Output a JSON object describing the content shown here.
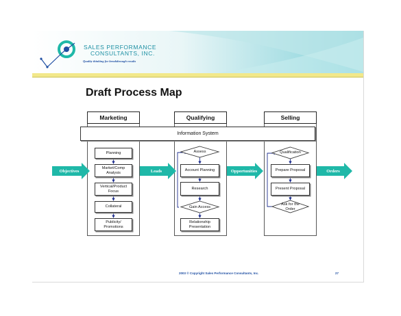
{
  "company": {
    "name_line1": "SALES PERFORMANCE",
    "name_line2": "CONSULTANTS, INC.",
    "tagline": "Quality thinking for breakthrough results"
  },
  "title": "Draft Process Map",
  "columns": {
    "marketing": "Marketing",
    "qualifying": "Qualifying",
    "selling": "Selling"
  },
  "info_system": "Information System",
  "marketing_steps": [
    "Planning",
    "Market/Comp Analysis",
    "Vertical/Product Focus",
    "Collateral",
    "Publicity/ Promotions"
  ],
  "qualifying_steps": {
    "assess": "Assess",
    "account_planning": "Account Planning",
    "research": "Research",
    "gain_access": "Gain Access",
    "relationship": "Relationship Presentation"
  },
  "selling_steps": {
    "qualification": "Qualification",
    "prepare": "Prepare Proposal",
    "present": "Present Proposal",
    "ask": "Ask for the Order"
  },
  "flow_arrows": [
    "Objectives",
    "Leads",
    "Opportunities",
    "Orders"
  ],
  "footer": {
    "copyright": "2003 © Copyright Sales Performance Consultants, Inc.",
    "page": "27"
  },
  "colors": {
    "teal": "#1fb8a8",
    "navy": "#1f4fa3",
    "yellow": "#f2e88a"
  }
}
